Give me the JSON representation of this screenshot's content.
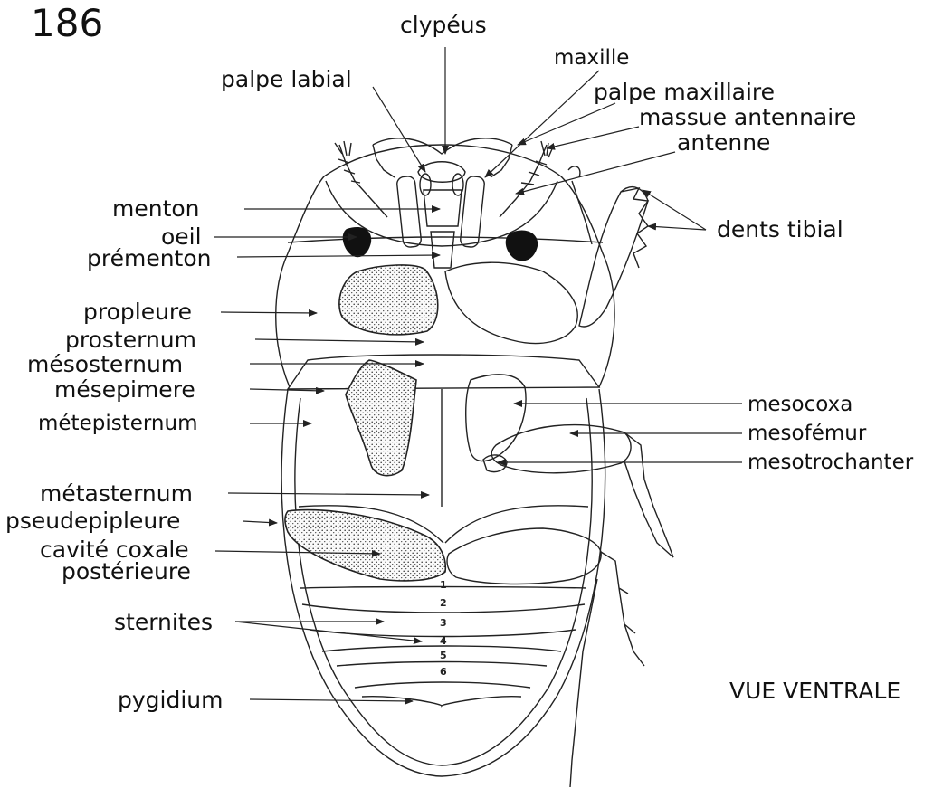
{
  "figure_number": "186",
  "view_title": "VUE  VENTRALE",
  "labels": {
    "clypeus": "clypéus",
    "maxille": "maxille",
    "palpe_labial": "palpe labial",
    "palpe_maxillaire": "palpe maxillaire",
    "massue_antennaire": "massue antennaire",
    "antenne": "antenne",
    "dents_tibial": "dents tibial",
    "menton": "menton",
    "oeil": "oeil",
    "prementon": "prémenton",
    "propleure": "propleure",
    "prosternum": "prosternum",
    "mesosternum": "mésosternum",
    "mesepimere": "mésepimere",
    "metepisternum": "métepisternum",
    "mesocoxa": "mesocoxa",
    "mesofemur": "mesofémur",
    "mesotrochanter": "mesotrochanter",
    "metasternum": "métasternum",
    "pseudepipleure": "pseudepipleure",
    "cavite_coxale": "cavité coxale",
    "posterieure": "postérieure",
    "sternites": "sternites",
    "pygidium": "pygidium"
  },
  "sternite_numbers": [
    "1",
    "2",
    "3",
    "4",
    "5",
    "6"
  ]
}
